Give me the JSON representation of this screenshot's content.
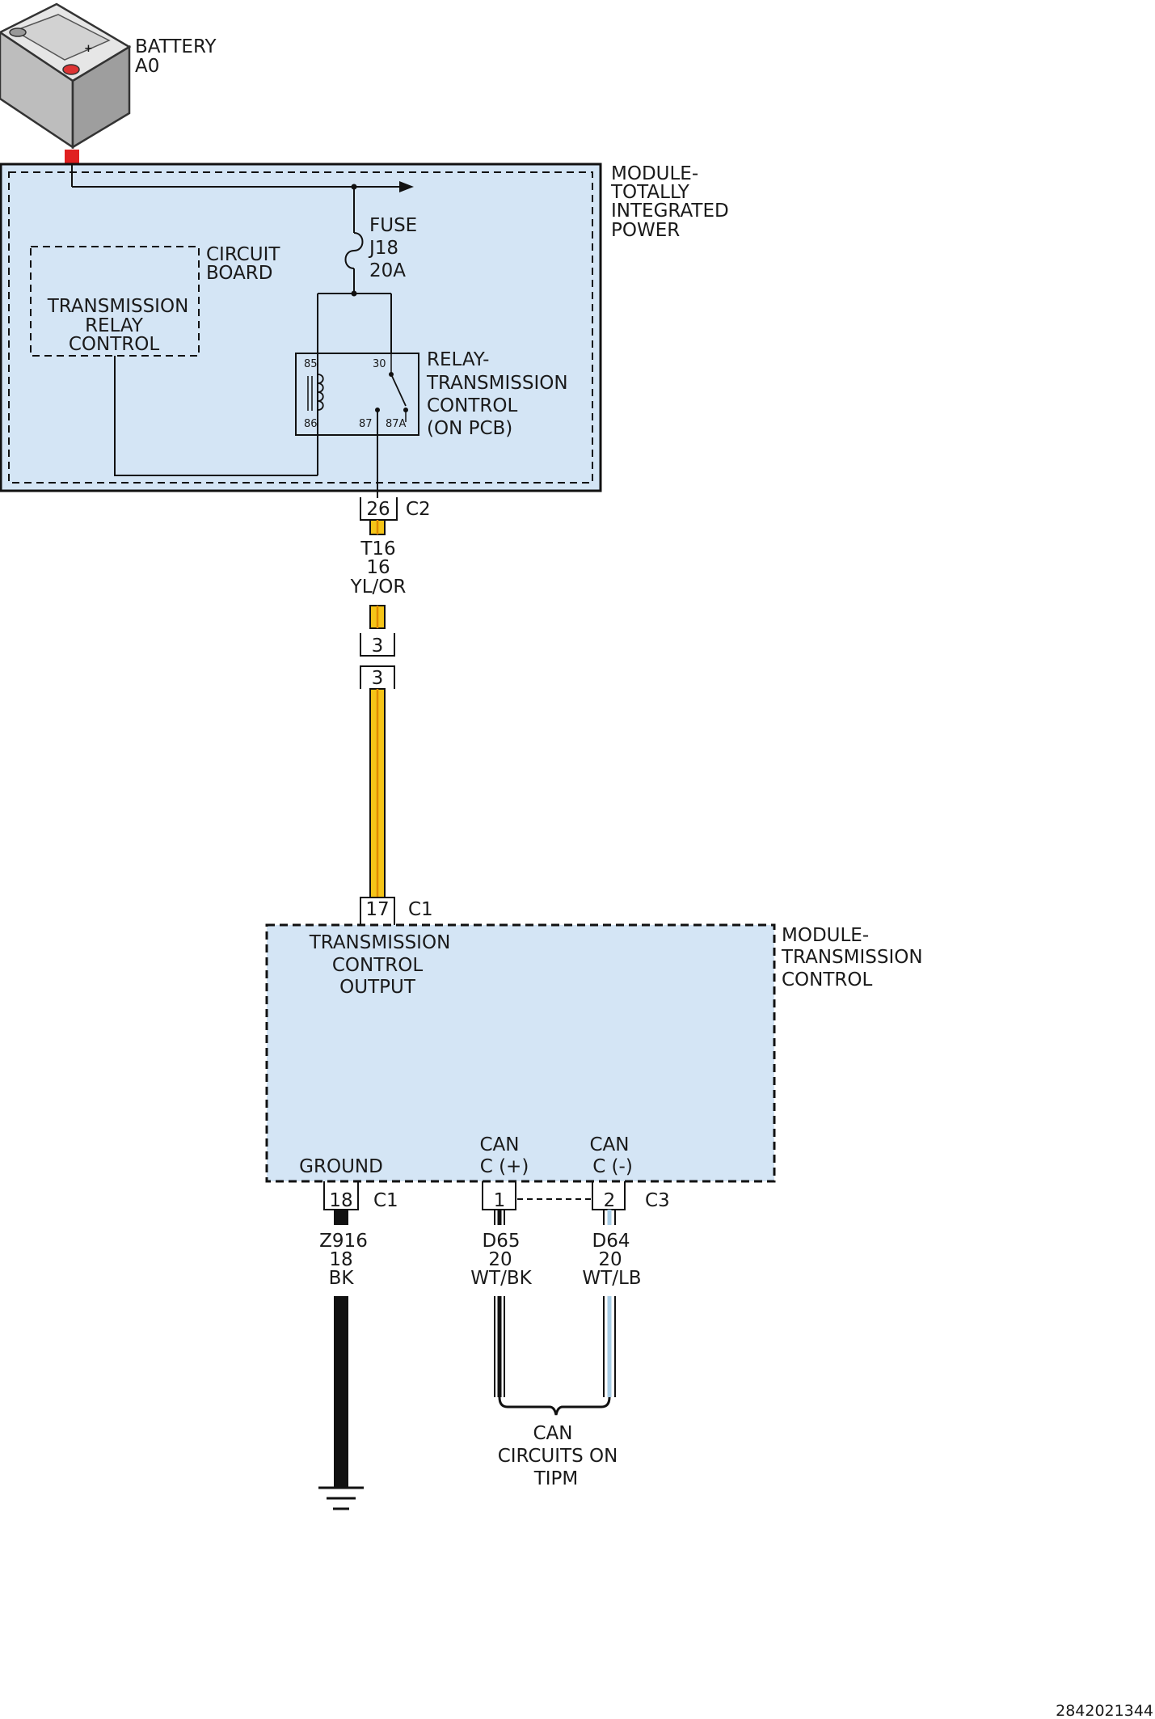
{
  "battery": {
    "name": "BATTERY",
    "id": "A0"
  },
  "tipm": {
    "name_lines": [
      "MODULE-",
      "TOTALLY",
      "INTEGRATED",
      "POWER"
    ],
    "circuit_board_lines": [
      "CIRCUIT",
      "BOARD"
    ],
    "relay_control_lines": [
      "TRANSMISSION",
      "RELAY",
      "CONTROL"
    ],
    "fuse_lines": [
      "FUSE",
      "J18",
      "20A"
    ],
    "relay_lines": [
      "RELAY-",
      "TRANSMISSION",
      "CONTROL",
      "(ON PCB)"
    ],
    "relay_pins": {
      "p85": "85",
      "p30": "30",
      "p86": "86",
      "p87": "87",
      "p87a": "87A"
    }
  },
  "connector_c2": {
    "pin": "26",
    "name": "C2"
  },
  "wire_t16": {
    "circuit": "T16",
    "gauge": "16",
    "color": "YL/OR",
    "color_hex": "#f5c518"
  },
  "inline_connector": {
    "pin_upper": "3",
    "pin_lower": "3"
  },
  "tcm": {
    "name_lines": [
      "MODULE-",
      "TRANSMISSION",
      "CONTROL"
    ],
    "input_pin": "17",
    "input_connector": "C1",
    "output_lines": [
      "TRANSMISSION",
      "CONTROL",
      "OUTPUT"
    ],
    "ground_label": "GROUND",
    "can_plus_lines": [
      "CAN",
      "C (+)"
    ],
    "can_minus_lines": [
      "CAN",
      "C (-)"
    ]
  },
  "ground_connector": {
    "pin": "18",
    "name": "C1"
  },
  "can_connector": {
    "pin_plus": "1",
    "pin_minus": "2",
    "name": "C3"
  },
  "wire_z916": {
    "circuit": "Z916",
    "gauge": "18",
    "color": "BK",
    "color_hex": "#111111"
  },
  "wire_d65": {
    "circuit": "D65",
    "gauge": "20",
    "color": "WT/BK"
  },
  "wire_d64": {
    "circuit": "D64",
    "gauge": "20",
    "color": "WT/LB",
    "stripe_hex": "#a9cde6"
  },
  "can_note_lines": [
    "CAN",
    "CIRCUITS ON",
    "TIPM"
  ],
  "figure_id": "2842021344",
  "colors": {
    "module_fill": "#d4e5f5",
    "battery_terminal": "#e02020"
  }
}
